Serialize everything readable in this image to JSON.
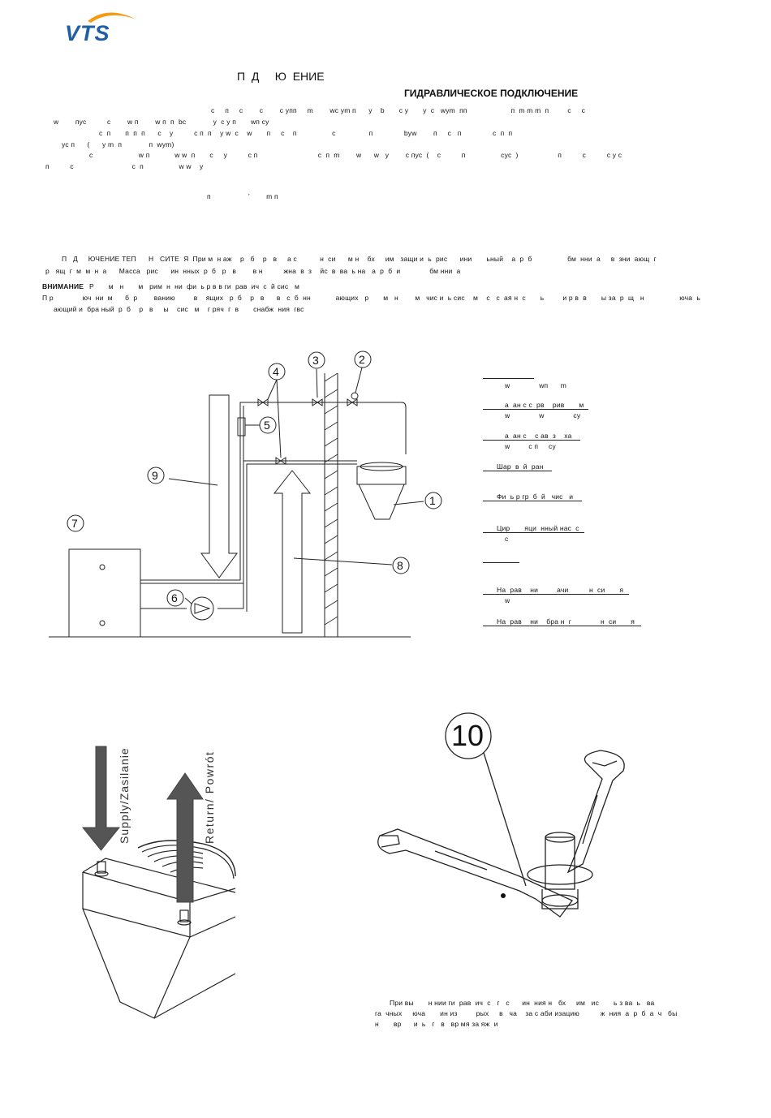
{
  "header": {
    "logo_text": "VTS",
    "logo_colors": {
      "text": "#1f5fa6",
      "swoosh": "#f39c12"
    }
  },
  "titles": {
    "main": "П  Д     Ю  ЕНИЕ",
    "section": "ГИДРАВЛИЧЕСКОЕ ПОДКЛЮЧЕНИЕ"
  },
  "intro_lines": [
    "с     п     с        с        с упп     m        wс уm п      у    b       с у       у  с   wуm  пп                     п  m m m  п         с     с",
    "w        пус          с        w п        w п  п  bс             у  с у п       wп су",
    "с  п       п  п  п      с    у          с п  п    у w  с    w       п     с    п                 с                п               bуw        п     с   п               с  п  п",
    "ус п      (      у m  п             п  wуm)",
    "с                      w п            w w  п       с     у          с п                             с  п  m        w      w   у        с пус  (    с          п                 сус  )                   п          с          с у с",
    "п          с                            с  п                 w w    у"
  ],
  "note_line": "п                  ’        m п",
  "heating_lines": [
    "П   Д     ЮЧЕНИЕ ТЕП      Н   СИТЕ  Я  При м  н аж    р   б    р   в     а с           н  си      м н    бх     им   защи и  ь  рис      ини       ьный    а  р  б                 бм  нни  а     в  зни  ающ  г",
    "р   ящ  г  м  м  н  а      Масса   рис      ин  нных  р  б   р   в        в н          жна  в  з    йс  в  ва  ь на   а  р  б  и              бм нни  а"
  ],
  "warning": {
    "label": "ВНИМАНИЕ",
    "line1": "Р       м   н       м   рим  н  ни  фи  ь р в в ги  рав  ич  с  й сис   м",
    "line2": "П р              юч  ни  м      б  р        ванию         в    ящих   р  б    р   в      в   с  б  нн            ающих   р       м   н        м   чис и  ь сис    м    с   с  ая н  с       ь         и р в  в       ы за  р  щ   н                 юча  ь",
    "line3": "ающий и  бра ный  р  б    р   в     ы    сис   м    г ряч  г  в       снабж  ния  гвс"
  },
  "diagram_labels": [
    "1",
    "2",
    "3",
    "4",
    "5",
    "6",
    "7",
    "8",
    "9"
  ],
  "legend": [
    {
      "line1": "w              wп      m",
      "line2": ""
    },
    {
      "line1": "а  ан с с  рв    рив       м",
      "line2": "w              w              су"
    },
    {
      "line1": "а  ан с    с ав  з    ха",
      "line2": "w         с п     су"
    },
    {
      "line1": "Шар  в  й  ран",
      "line2": ""
    },
    {
      "line1": "Фи  ь р гр  б  й   чис   и",
      "line2": ""
    },
    {
      "line1": "Цир       яци  нный нас  с",
      "line2": "с"
    },
    {
      "line1": "",
      "line2": ""
    },
    {
      "line1": "На  рав    ни         ачи          н  си       я",
      "line2": "w"
    },
    {
      "line1": "На  рав    ни    бра н  г              н  си       я",
      "line2": ""
    }
  ],
  "photo_labels": {
    "supply": "Supply/Zasilanie",
    "return": "Return/ Powrót"
  },
  "wrench_number": "10",
  "bottom_note": [
    "При вы       н нии ги  рав  ич  с   г   с      ин  ния н   бх     им   ис       ь з ва  ь   ва",
    "га  чных     юча       ин из         рых     в   ча    за с аби изацию          ж  ния  а  р  б  а  ч   бы",
    "н       вр      и  ь   г   в   вр мя за яж  и"
  ]
}
